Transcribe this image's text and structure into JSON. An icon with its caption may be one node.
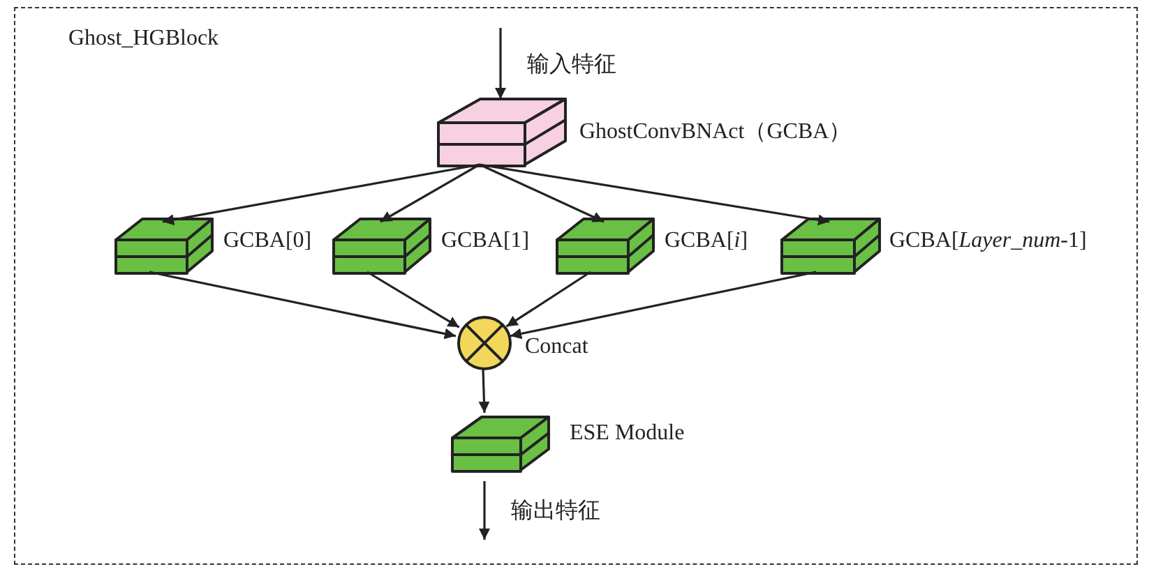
{
  "diagram": {
    "nodes": [
      {
        "text": [
          "Ghost_HGBlock"
        ]
      },
      {
        "text": [],
        "shape": "box",
        "beside": [
          "GhostConvBNAct（GCBA）"
        ],
        "in": 0
      },
      {
        "text": [],
        "shape": "box",
        "beside": [
          "GCBA[0]"
        ],
        "in": 0
      },
      {
        "text": [],
        "shape": "box",
        "beside": [
          "GCBA[1]"
        ],
        "in": 0
      },
      {
        "text": [],
        "shape": "box",
        "beside": [
          "GCBA[*i*]"
        ],
        "in": 0
      },
      {
        "text": [],
        "shape": "box",
        "beside": [
          "GCBA[*Layer_num*-1]"
        ],
        "in": 0
      },
      {
        "text": [],
        "shape": "circle",
        "beside": [
          "Concat"
        ],
        "in": 0
      },
      {
        "text": [],
        "shape": "box",
        "beside": [
          "ESE Module"
        ],
        "in": 0
      }
    ],
    "edges": [
      {
        "from": null,
        "to": 1,
        "arrow": "to",
        "label": "输入特征"
      },
      {
        "from": 1,
        "to": 2,
        "arrow": "to"
      },
      {
        "from": 1,
        "to": 3,
        "arrow": "to"
      },
      {
        "from": 1,
        "to": 4,
        "arrow": "to"
      },
      {
        "from": 1,
        "to": 5,
        "arrow": "to"
      },
      {
        "from": 2,
        "to": 6,
        "arrow": "to"
      },
      {
        "from": 3,
        "to": 6,
        "arrow": "to"
      },
      {
        "from": 4,
        "to": 6,
        "arrow": "to"
      },
      {
        "from": 5,
        "to": 6,
        "arrow": "to"
      },
      {
        "from": 6,
        "to": 7,
        "arrow": "to"
      },
      {
        "from": 7,
        "to": null,
        "arrow": "to",
        "label": "输出特征"
      }
    ]
  }
}
